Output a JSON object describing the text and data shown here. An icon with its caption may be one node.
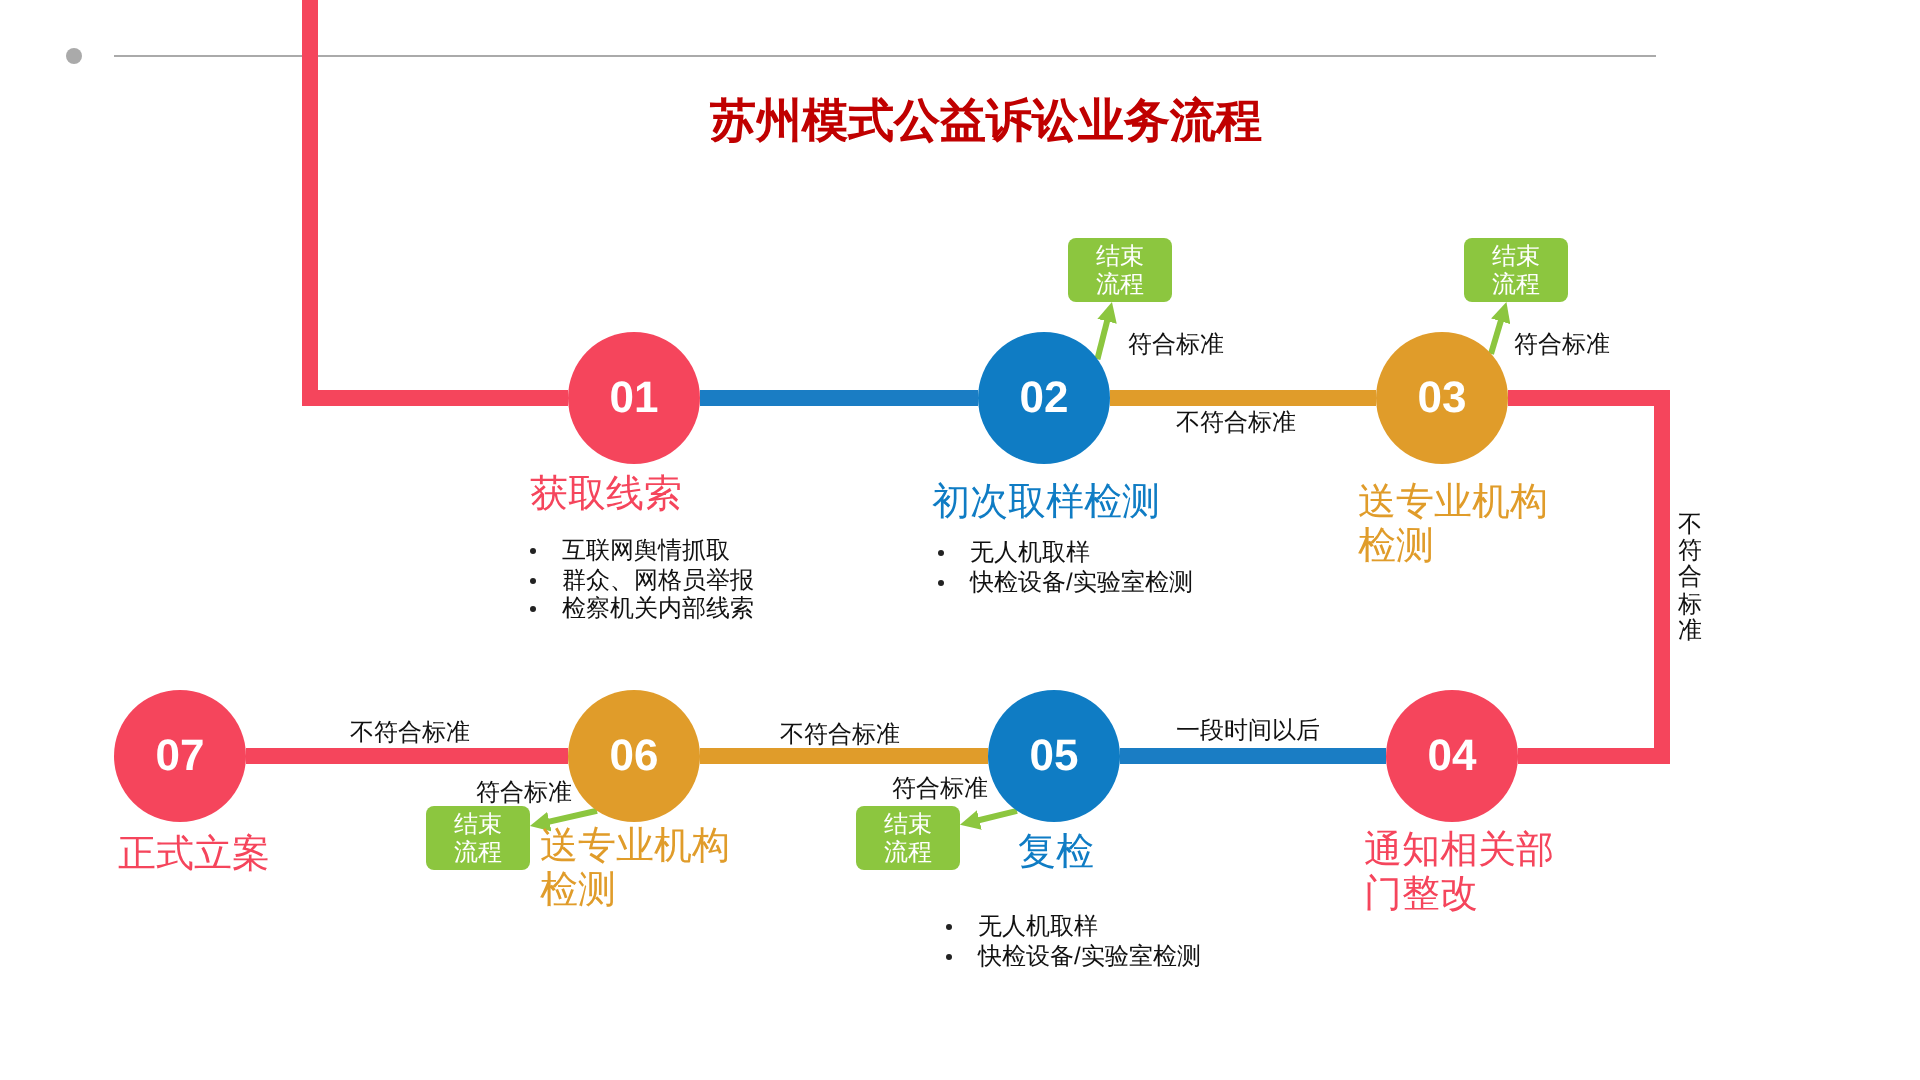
{
  "diagram": {
    "title": "苏州模式公益诉讼业务流程",
    "nodes": [
      {
        "text": [
          "01",
          "获取线索",
          "互联网舆情抓取",
          "群众、网格员举报",
          "检察机关内部线索"
        ]
      },
      {
        "text": [
          "02",
          "初次取样检测",
          "无人机取样",
          "快检设备/实验室检测"
        ]
      },
      {
        "text": [
          "结束流程"
        ]
      },
      {
        "text": [
          "03",
          "送专业机构检测"
        ]
      },
      {
        "text": [
          "结束流程"
        ]
      },
      {
        "text": [
          "04",
          "通知相关部门整改"
        ]
      },
      {
        "text": [
          "05",
          "复检",
          "无人机取样",
          "快检设备/实验室检测"
        ]
      },
      {
        "text": [
          "结束流程"
        ]
      },
      {
        "text": [
          "06",
          "送专业机构检测"
        ]
      },
      {
        "text": [
          "结束流程"
        ]
      },
      {
        "text": [
          "07",
          "正式立案"
        ]
      }
    ],
    "edges": [
      {
        "from": null,
        "to": 0,
        "arrow": "none",
        "color": "#f5455c"
      },
      {
        "from": 0,
        "to": 1,
        "arrow": "none",
        "color": "#1a7dc4"
      },
      {
        "from": 1,
        "to": 2,
        "arrow": "to",
        "label": "符合标准"
      },
      {
        "from": 1,
        "to": 3,
        "arrow": "none",
        "label": "不符合标准",
        "color": "#e09c2a"
      },
      {
        "from": 3,
        "to": 4,
        "arrow": "to",
        "label": "符合标准"
      },
      {
        "from": 3,
        "to": 5,
        "arrow": "none",
        "label": "不符合标准",
        "color": "#f5455c"
      },
      {
        "from": 5,
        "to": 6,
        "arrow": "none",
        "label": "一段时间以后",
        "color": "#1a7dc4"
      },
      {
        "from": 6,
        "to": 7,
        "arrow": "to",
        "label": "符合标准"
      },
      {
        "from": 6,
        "to": 8,
        "arrow": "none",
        "label": "不符合标准",
        "color": "#e09c2a"
      },
      {
        "from": 8,
        "to": 9,
        "arrow": "to",
        "label": "符合标准"
      },
      {
        "from": 8,
        "to": 10,
        "arrow": "none",
        "label": "不符合标准",
        "color": "#f5455c"
      }
    ]
  }
}
